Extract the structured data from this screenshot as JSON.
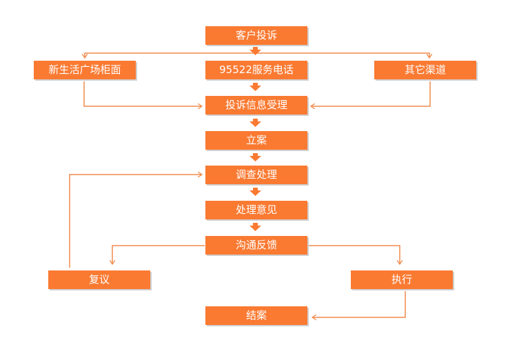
{
  "colors": {
    "box_fill": "#fa7a32",
    "connector": "#f08a4b",
    "box_text": "#ffffff"
  },
  "nodes": {
    "complaint": "客户投诉",
    "counter": "新生活广场柜面",
    "hotline": "95522服务电话",
    "other": "其它渠道",
    "accept": "投诉信息受理",
    "register": "立案",
    "investigate": "调查处理",
    "opinion": "处理意见",
    "feedback": "沟通反馈",
    "review": "复议",
    "execute": "执行",
    "close": "结案"
  }
}
